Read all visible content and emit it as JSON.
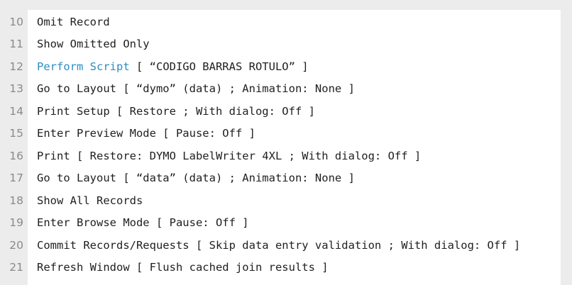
{
  "script_steps": [
    {
      "line": "10",
      "text": "Omit Record",
      "linked": false
    },
    {
      "line": "11",
      "text": "Show Omitted Only",
      "linked": false
    },
    {
      "line": "12",
      "text": "Perform Script",
      "suffix": " [ “CODIGO BARRAS ROTULO” ]",
      "linked": true
    },
    {
      "line": "13",
      "text": "Go to Layout [ “dymo” (data) ; Animation: None ]",
      "linked": false
    },
    {
      "line": "14",
      "text": "Print Setup [ Restore ; With dialog: Off ]",
      "linked": false
    },
    {
      "line": "15",
      "text": "Enter Preview Mode [ Pause: Off ]",
      "linked": false
    },
    {
      "line": "16",
      "text": "Print [ Restore: DYMO LabelWriter 4XL ; With dialog: Off ]",
      "linked": false
    },
    {
      "line": "17",
      "text": "Go to Layout [ “data” (data) ; Animation: None ]",
      "linked": false
    },
    {
      "line": "18",
      "text": "Show All Records",
      "linked": false
    },
    {
      "line": "19",
      "text": "Enter Browse Mode [ Pause: Off ]",
      "linked": false
    },
    {
      "line": "20",
      "text": "Commit Records/Requests [ Skip data entry validation ; With dialog: Off ]",
      "linked": false
    },
    {
      "line": "21",
      "text": "Refresh Window [ Flush cached join results ]",
      "linked": false
    }
  ],
  "colors": {
    "link": "#2a8ec4",
    "text": "#1f1f1f",
    "line_number": "#8a8a8a",
    "background": "#ececec",
    "editor": "#ffffff"
  }
}
